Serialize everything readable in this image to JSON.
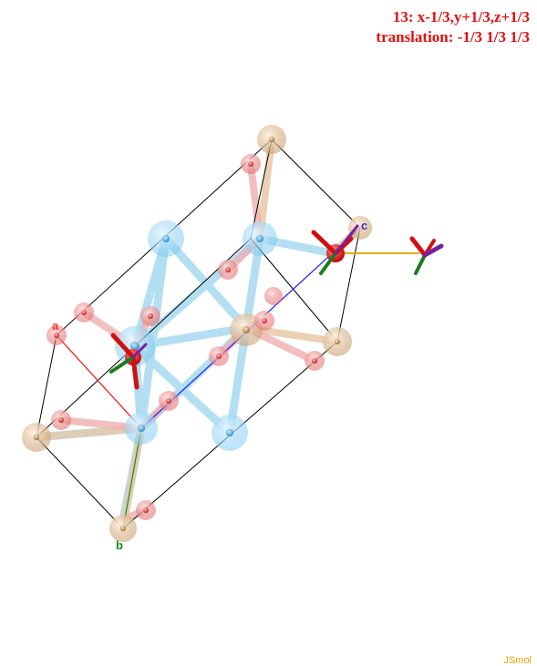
{
  "info": {
    "operation": "13: x-1/3,y+1/3,z+1/3",
    "translation": "translation: -1/3 1/3 1/3"
  },
  "axes": {
    "a": "a",
    "b": "b",
    "c": "c"
  },
  "watermark": "JSmol",
  "colors": {
    "axis_a": "#ff2020",
    "axis_b": "#1a8a1a",
    "axis_c": "#2020ff",
    "cell_edge": "#000000",
    "atom_blue": "#6ec3ec",
    "atom_tan": "#d9b48c",
    "atom_red": "#ee8080",
    "symop_red": "#e01010",
    "symop_green": "#1f7a1f",
    "symop_purple": "#7a1fa0",
    "translation_vector": "#e0b000"
  }
}
